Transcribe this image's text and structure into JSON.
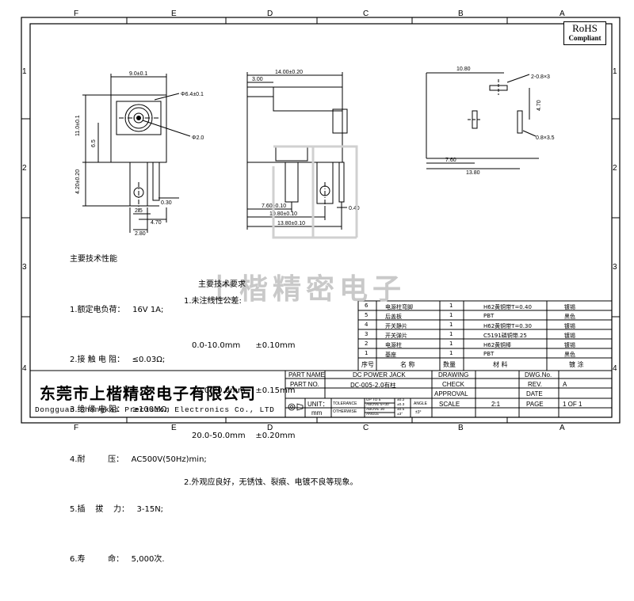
{
  "grid": {
    "columns": [
      "F",
      "E",
      "D",
      "C",
      "B",
      "A"
    ],
    "rows": [
      "1",
      "2",
      "3",
      "4"
    ]
  },
  "rohs": {
    "line1": "RoHS",
    "line2": "Compliant"
  },
  "dims": {
    "front_width": "9.0±0.1",
    "front_hole": "Φ6.4±0.1",
    "front_pin": "Φ2.0",
    "front_height": "11.0±0.1",
    "front_mid": "6.5",
    "front_lower": "4.20±0.20",
    "front_030": "0.30",
    "front_25": "2.5",
    "front_470": "4.70",
    "front_280": "2.80",
    "side_total": "14.00±0.20",
    "side_300": "3.00",
    "side_760": "7.60±0.10",
    "side_1080": "10.80±0.10",
    "side_1380": "13.80±0.10",
    "side_040": "0.40",
    "pcb_1080": "10.80",
    "pcb_hole": "2-0.8×3",
    "pcb_470": "4.70",
    "pcb_slot": "0.8×3.5",
    "pcb_760": "7.60",
    "pcb_1380": "13.80"
  },
  "perf": {
    "title": "主要技术性能",
    "items": [
      "1.额定电负荷：   16V 1A;",
      "2.接 触 电 阻：   ≤0.03Ω;",
      "3.绝 缘 电 阻：   ≥100MΩ;",
      "4.耐         压：   AC500V(50Hz)min;",
      "5.插    拔    力：   3-15N;",
      "6.寿         命：   5,000次."
    ]
  },
  "req": {
    "title": "主要技术要求",
    "line1": "1.未注线性公差:",
    "tols": [
      "0.0-10.0mm      ±0.10mm",
      "10.0-20.0mm    ±0.15mm",
      "20.0-50.0mm    ±0.20mm"
    ],
    "line2": "2.外观应良好，无锈蚀、裂痕、电镀不良等现象。"
  },
  "watermark": "上楷精密电子",
  "bom": {
    "headers": [
      "序号",
      "名  称",
      "数量",
      "材  料",
      "镀  涂"
    ],
    "rows": [
      {
        "no": "6",
        "name": "电源柱弯脚",
        "qty": "1",
        "mat": "H62黄铜带T=0.40",
        "plate": "镀锡"
      },
      {
        "no": "5",
        "name": "后盖板",
        "qty": "1",
        "mat": "PBT",
        "plate": "黑色"
      },
      {
        "no": "4",
        "name": "开关静片",
        "qty": "1",
        "mat": "H62黄铜带T=0.30",
        "plate": "镀锡"
      },
      {
        "no": "3",
        "name": "开关弹片",
        "qty": "1",
        "mat": "C5191磷铜带.25",
        "plate": "镀锡"
      },
      {
        "no": "2",
        "name": "电源柱",
        "qty": "1",
        "mat": "H62黄铜棒",
        "plate": "镀锡"
      },
      {
        "no": "1",
        "name": "基座",
        "qty": "1",
        "mat": "PBT",
        "plate": "黑色"
      }
    ]
  },
  "company": {
    "cn": "东莞市上楷精密电子有限公司",
    "en": "Dongguan Shangkai Precision Electronics Co., LTD"
  },
  "titleblock": {
    "part_name_label": "PART NAME",
    "part_name": "DC POWER JACK",
    "part_no_label": "PART NO.",
    "part_no": "DC-005-2.0有柱",
    "drawing_label": "DRAWING",
    "check_label": "CHECK",
    "approval_label": "APPROVAL",
    "scale_label": "SCALE",
    "scale": "2:1",
    "dwg_label": "DWG.No.",
    "rev_label": "REV.",
    "rev": "A",
    "date_label": "DATE",
    "page_label": "PAGE",
    "page": "1 OF 1",
    "unit_label": "UNIT：",
    "unit": "mm",
    "tol_label": "TOLERANCE",
    "otherwise_label": "OTHERWISE",
    "tol_rows": [
      {
        "range": "UP TO 5",
        "val": "±0.2"
      },
      {
        "range": "ABOVE 5~30",
        "val": "±0.3"
      },
      {
        "range": "ABOVE 30",
        "val": "±0.5"
      },
      {
        "range": "ANGLE",
        "val": "±3°"
      }
    ],
    "angle_label": "ANGLE",
    "angle_val": "±3°"
  }
}
